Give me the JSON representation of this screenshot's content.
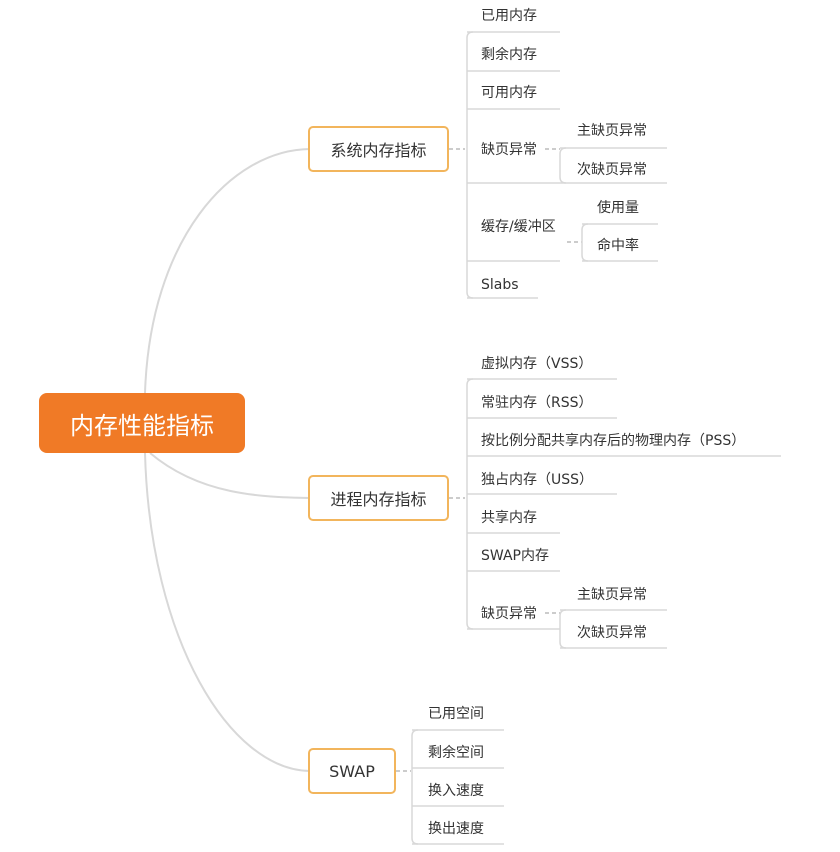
{
  "root": {
    "label": "内存性能指标"
  },
  "branches": [
    {
      "label": "系统内存指标",
      "items": [
        {
          "label": "已用内存"
        },
        {
          "label": "剩余内存"
        },
        {
          "label": "可用内存"
        },
        {
          "label": "缺页异常",
          "children": [
            {
              "label": "主缺页异常"
            },
            {
              "label": "次缺页异常"
            }
          ]
        },
        {
          "label": "缓存/缓冲区",
          "children": [
            {
              "label": "使用量"
            },
            {
              "label": "命中率"
            }
          ]
        },
        {
          "label": "Slabs"
        }
      ]
    },
    {
      "label": "进程内存指标",
      "items": [
        {
          "label": "虚拟内存（VSS）"
        },
        {
          "label": "常驻内存（RSS）"
        },
        {
          "label": "按比例分配共享内存后的物理内存（PSS）"
        },
        {
          "label": "独占内存（USS）"
        },
        {
          "label": "共享内存"
        },
        {
          "label": "SWAP内存"
        },
        {
          "label": "缺页异常",
          "children": [
            {
              "label": "主缺页异常"
            },
            {
              "label": "次缺页异常"
            }
          ]
        }
      ]
    },
    {
      "label": "SWAP",
      "items": [
        {
          "label": "已用空间"
        },
        {
          "label": "剩余空间"
        },
        {
          "label": "换入速度"
        },
        {
          "label": "换出速度"
        }
      ]
    }
  ],
  "colors": {
    "root_fill": "#F07A26",
    "branch_border": "#F2B55C",
    "connector": "#D5D5D5",
    "text": "#333333"
  }
}
